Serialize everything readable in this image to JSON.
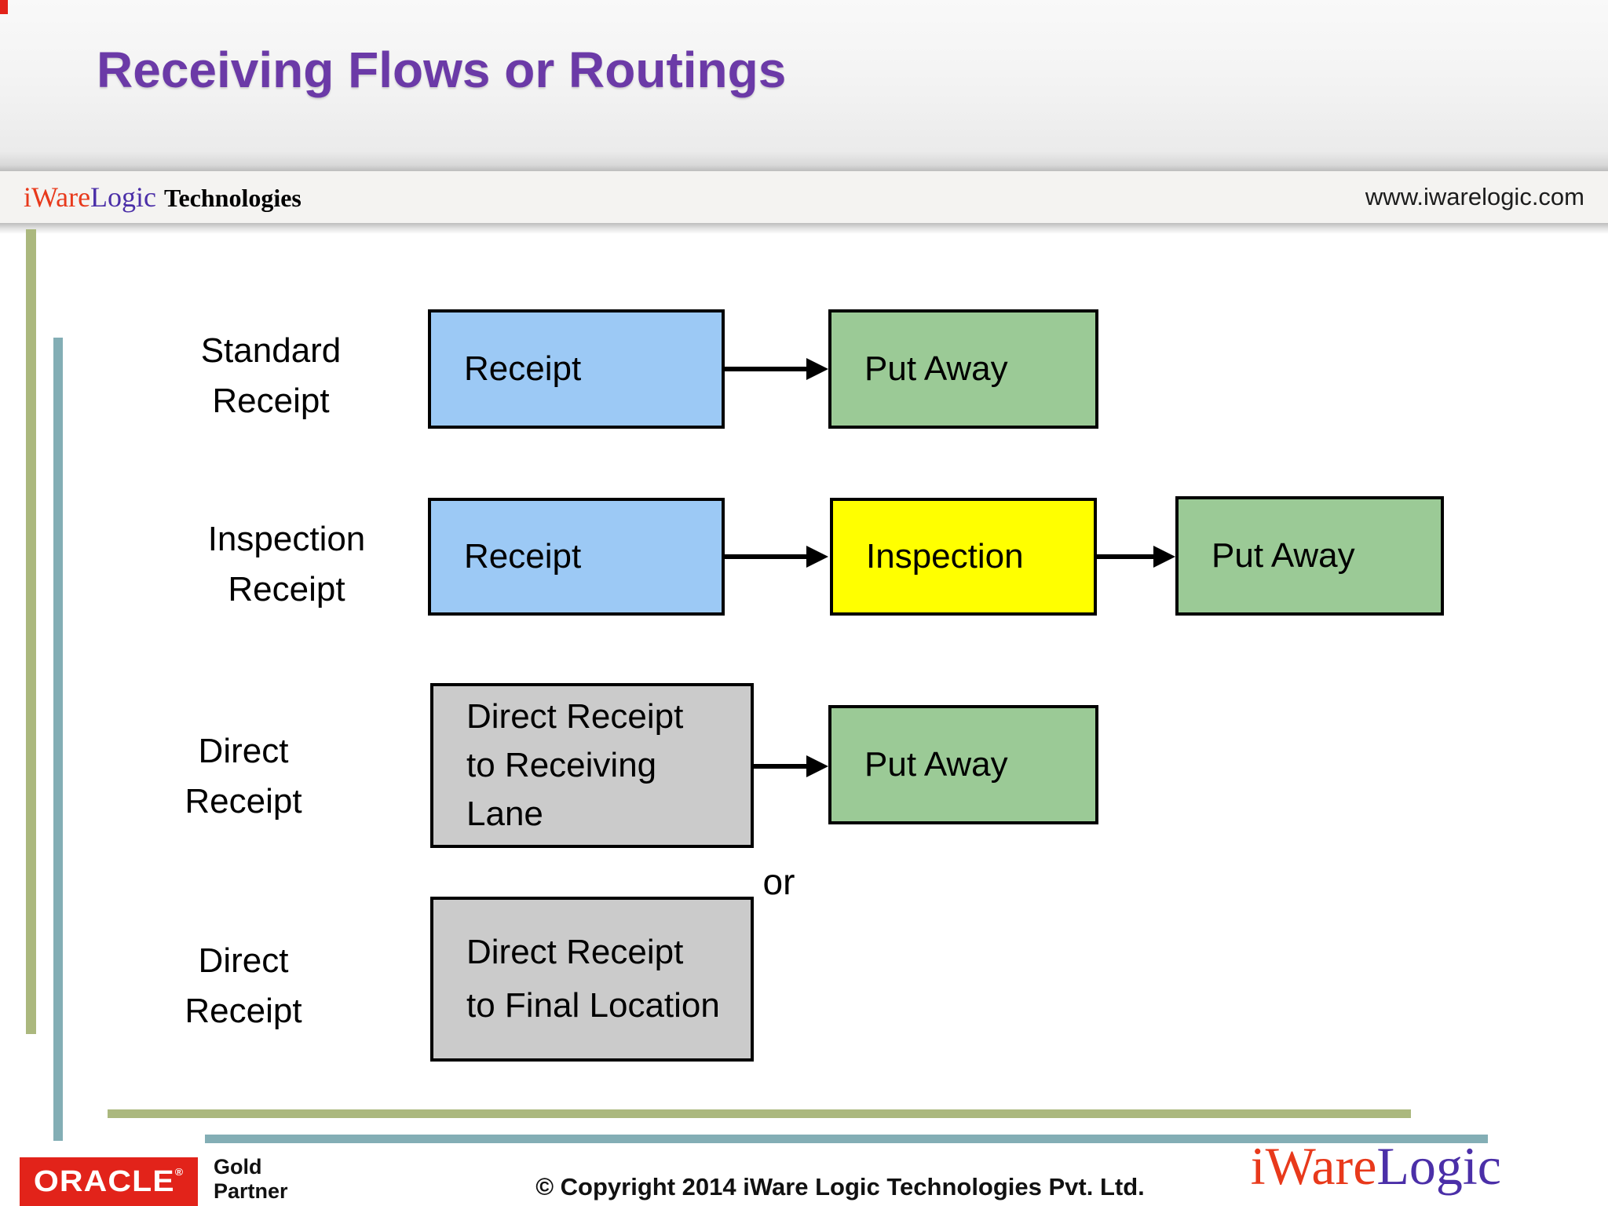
{
  "header": {
    "title": "Receiving Flows or Routings",
    "brand_iware": "iWare",
    "brand_logic": "Logic",
    "brand_suffix": "Technologies",
    "website": "www.iwarelogic.com"
  },
  "diagram": {
    "row1": {
      "label_line1": "Standard",
      "label_line2": "Receipt",
      "box_receipt": "Receipt",
      "box_putaway": "Put Away"
    },
    "row2": {
      "label_line1": "Inspection",
      "label_line2": "Receipt",
      "box_receipt": "Receipt",
      "box_inspection": "Inspection",
      "box_putaway": "Put Away"
    },
    "row3": {
      "label_line1": "Direct",
      "label_line2": "Receipt",
      "box_direct_line1": "Direct Receipt",
      "box_direct_line2": "to Receiving",
      "box_direct_line3": "Lane",
      "box_putaway": "Put Away"
    },
    "or_label": "or",
    "row4": {
      "label_line1": "Direct",
      "label_line2": "Receipt",
      "box_direct_line1": "Direct Receipt",
      "box_direct_line2": "to Final Location"
    }
  },
  "footer": {
    "oracle_text": "ORACLE",
    "oracle_reg": "®",
    "partner_line1": "Gold",
    "partner_line2": "Partner",
    "copyright": "© Copyright 2014 iWare Logic Technologies Pvt. Ltd.",
    "logo_iware": "iWare",
    "logo_logic": "Logic"
  },
  "colors": {
    "title_purple": "#6B3AA7",
    "box_blue": "#9CC9F5",
    "box_green": "#9BCA96",
    "box_yellow": "#FFFF00",
    "box_gray": "#CBCBCB",
    "accent_olive": "#ABB87E",
    "accent_teal": "#83AEB5",
    "oracle_red": "#E2231A",
    "brand_red": "#E8391B",
    "brand_purple": "#4B2FA8"
  }
}
